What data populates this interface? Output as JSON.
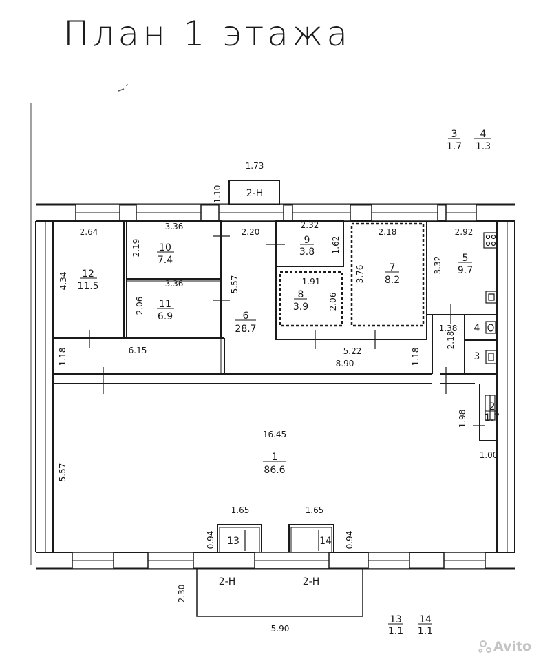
{
  "title": "План 1 этажа",
  "watermark": "Avito",
  "rooms": [
    {
      "id": "1",
      "area": "86.6"
    },
    {
      "id": "2",
      "area": "1.7"
    },
    {
      "id": "3",
      "area": ""
    },
    {
      "id": "4",
      "area": ""
    },
    {
      "id": "5",
      "area": "9.7"
    },
    {
      "id": "6",
      "area": "28.7"
    },
    {
      "id": "7",
      "area": "8.2"
    },
    {
      "id": "8",
      "area": "3.9"
    },
    {
      "id": "9",
      "area": "3.8"
    },
    {
      "id": "10",
      "area": "7.4"
    },
    {
      "id": "11",
      "area": "6.9"
    },
    {
      "id": "12",
      "area": "11.5"
    },
    {
      "id": "13",
      "area": ""
    },
    {
      "id": "14",
      "area": ""
    }
  ],
  "legend": [
    {
      "id": "3",
      "area": "1.7"
    },
    {
      "id": "4",
      "area": "1.3"
    },
    {
      "id": "13",
      "area": "1.1"
    },
    {
      "id": "14",
      "area": "1.1"
    }
  ],
  "entrances": [
    "2-Н",
    "2-Н",
    "2-Н"
  ],
  "dimensions": [
    "1.73",
    "1.10",
    "2.64",
    "3.36",
    "2.20",
    "2.32",
    "2.18",
    "2.92",
    "4.34",
    "2.19",
    "1.62",
    "3.76",
    "3.32",
    "1.91",
    "5.57",
    "3.36",
    "2.06",
    "2.06",
    "1.38",
    "2.18",
    "6.15",
    "1.18",
    "5.22",
    "8.90",
    "1.18",
    "16.45",
    "1.98",
    "1.00",
    "5.57",
    "1.65",
    "1.65",
    "0.94",
    "0.94",
    "2.30",
    "5.90"
  ]
}
